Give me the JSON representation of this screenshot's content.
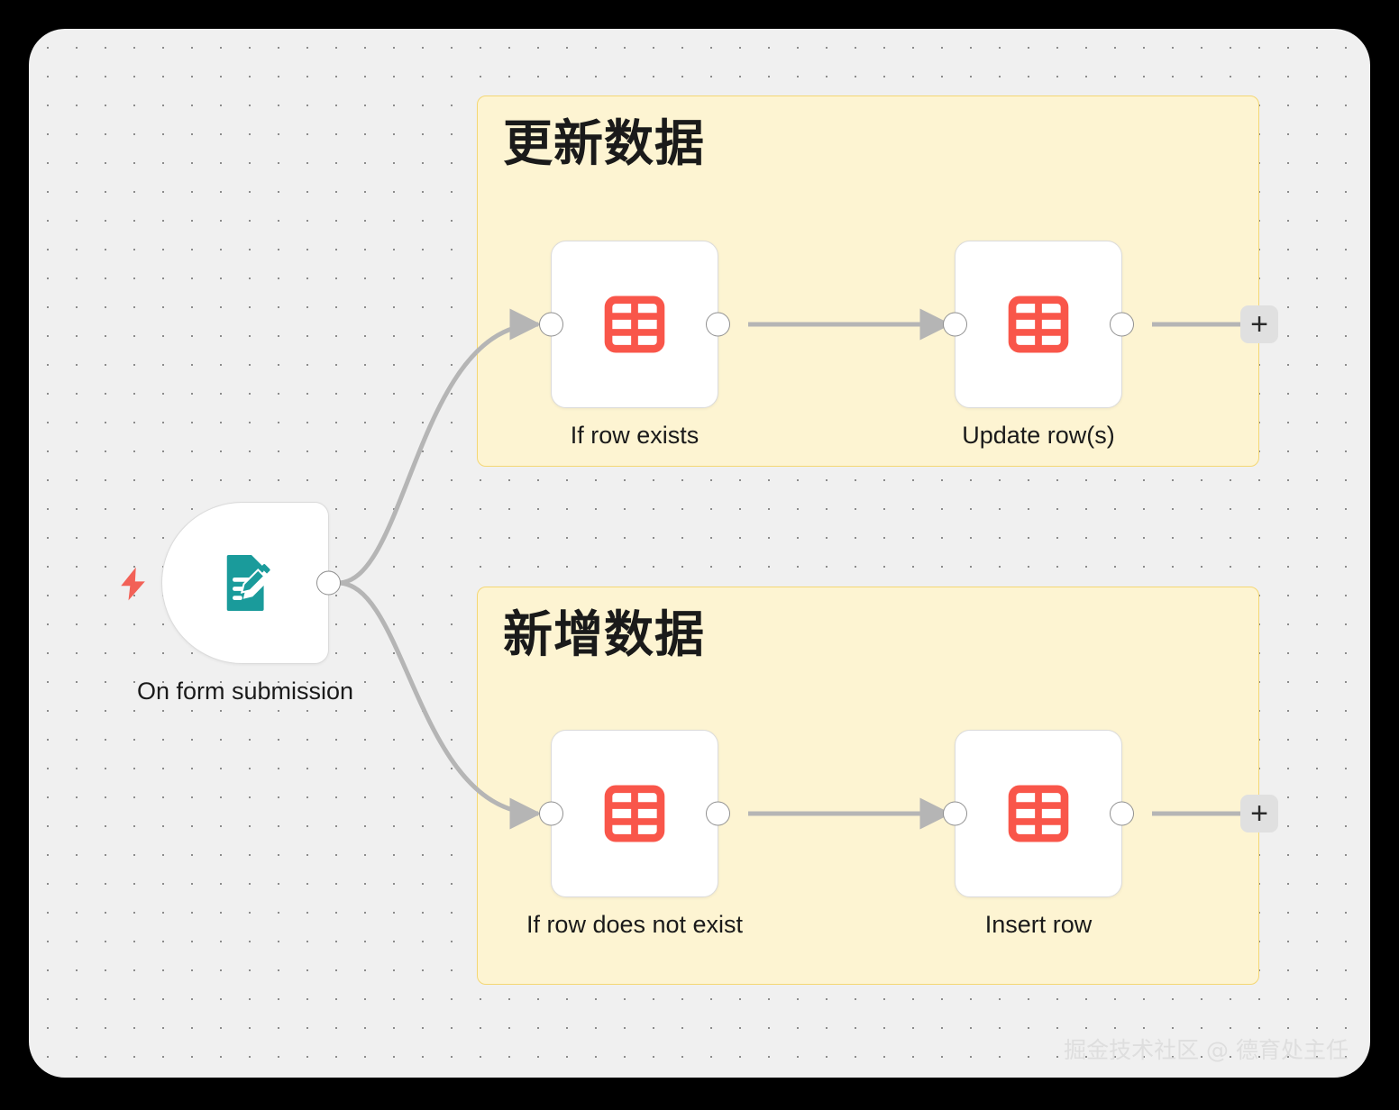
{
  "canvas": {
    "background_color": "#f0f0f0",
    "grid_dot_color": "#8c8c8c",
    "outer_background": "#000000"
  },
  "watermark": {
    "text": "掘金技术社区 @ 德育处主任",
    "color": "#dedede"
  },
  "sticky_notes": [
    {
      "id": "update-note",
      "title": "更新数据",
      "fill": "#fdf4d2",
      "border": "#f4d774"
    },
    {
      "id": "insert-note",
      "title": "新增数据",
      "fill": "#fdf4d2",
      "border": "#f4d774"
    }
  ],
  "nodes": [
    {
      "id": "trigger",
      "label": "On form submission",
      "icon": "form-pencil-icon",
      "icon_color": "#1a9b9b",
      "type": "trigger",
      "has_bolt": true,
      "bolt_color": "#f26157"
    },
    {
      "id": "if-row-exists",
      "label": "If row exists",
      "icon": "table-grid-icon",
      "icon_color": "#f9564a",
      "type": "action"
    },
    {
      "id": "update-rows",
      "label": "Update row(s)",
      "icon": "table-grid-icon",
      "icon_color": "#f9564a",
      "type": "action"
    },
    {
      "id": "if-row-does-not-exist",
      "label": "If row does not exist",
      "icon": "table-grid-icon",
      "icon_color": "#f9564a",
      "type": "action"
    },
    {
      "id": "insert-row",
      "label": "Insert row",
      "icon": "table-grid-icon",
      "icon_color": "#f9564a",
      "type": "action"
    }
  ],
  "buttons": [
    {
      "id": "add-node-top",
      "label": "+"
    },
    {
      "id": "add-node-bottom",
      "label": "+"
    }
  ],
  "connector": {
    "color": "#b5b5b5",
    "arrow_color": "#b5b5b5"
  }
}
